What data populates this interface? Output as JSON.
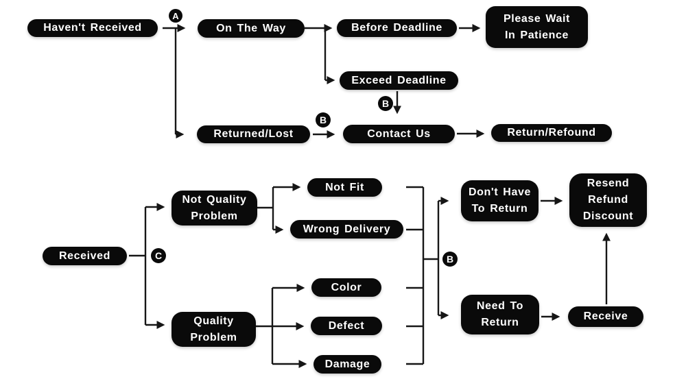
{
  "diagram": {
    "type": "flowchart",
    "background": "#ffffff",
    "node_bg": "#0a0a0a",
    "node_text_color": "#ffffff",
    "line_color": "#161616",
    "badges": {
      "a": "A",
      "b": "B",
      "c": "C"
    },
    "nodes": {
      "havent_received": "Haven't Received",
      "on_the_way": "On The Way",
      "before_deadline": "Before Deadline",
      "please_wait": "Please Wait\nIn Patience",
      "exceed_deadline": "Exceed Deadline",
      "returned_lost": "Returned/Lost",
      "contact_us": "Contact Us",
      "return_refound": "Return/Refound",
      "received": "Received",
      "not_quality_problem": "Not Quality\nProblem",
      "quality_problem": "Quality\nProblem",
      "not_fit": "Not Fit",
      "wrong_delivery": "Wrong Delivery",
      "color": "Color",
      "defect": "Defect",
      "damage": "Damage",
      "dont_have_to_return": "Don't Have\nTo Return",
      "need_to_return": "Need To\nReturn",
      "resend_refund_discount": "Resend\nRefund\nDiscount",
      "receive": "Receive"
    }
  }
}
